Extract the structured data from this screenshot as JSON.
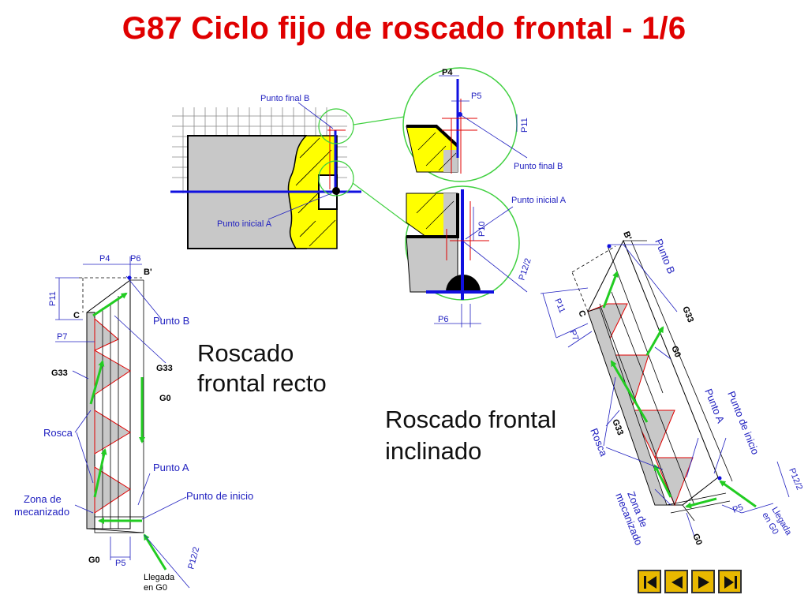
{
  "title": "G87 Ciclo fijo de roscado frontal - 1/6",
  "captions": {
    "straight_line1": "Roscado",
    "straight_line2": "frontal recto",
    "inclined_line1": "Roscado frontal",
    "inclined_line2": "inclinado"
  },
  "top_drawing": {
    "end_point": "Punto final B",
    "start_point": "Punto inicial A"
  },
  "zoom_top": {
    "p4": "P4",
    "p5": "P5",
    "p11": "P11",
    "end_point": "Punto final B"
  },
  "zoom_bottom": {
    "start_point": "Punto inicial A",
    "p10": "P10",
    "p12_2": "P12/2",
    "p6": "P6"
  },
  "left_drawing": {
    "p4": "P4",
    "p6": "P6",
    "b_prime": "B'",
    "p11": "P11",
    "c": "C",
    "point_b": "Punto B",
    "p7": "P7",
    "g33_left": "G33",
    "g33_right": "G33",
    "g0_right": "G0",
    "thread": "Rosca",
    "point_a": "Punto A",
    "machining_line1": "Zona de",
    "machining_line2": "mecanizado",
    "start_point": "Punto de inicio",
    "g0_bottom": "G0",
    "p5": "P5",
    "p12_2": "P12/2",
    "arrival_line1": "Llegada",
    "arrival_line2": "en G0"
  },
  "right_drawing": {
    "b_prime": "B'",
    "point_b": "Punto B",
    "p11": "P11",
    "c": "C",
    "p7": "P7",
    "g33_top": "G33",
    "g0_mid": "G0",
    "point_a": "Punto A",
    "start_point": "Punto de inicio",
    "g33_left": "G33",
    "thread": "Rosca",
    "machining_line1": "Zona de",
    "machining_line2": "mecanizado",
    "p12_2": "P12/2",
    "p5": "P5",
    "g0_bottom": "G0",
    "arrival_line1": "Llegada",
    "arrival_line2": "en G0"
  },
  "nav": {
    "first": "first-icon",
    "prev": "prev-icon",
    "next": "next-icon",
    "last": "last-icon"
  },
  "colors": {
    "title": "#e00000",
    "dimension": "#2020c0",
    "thread_yellow": "#ffff00",
    "arrow_green": "#22cc22",
    "zoom_circle": "#40d040",
    "part_gray": "#c8c8c8",
    "nav_button": "#e8b800"
  }
}
